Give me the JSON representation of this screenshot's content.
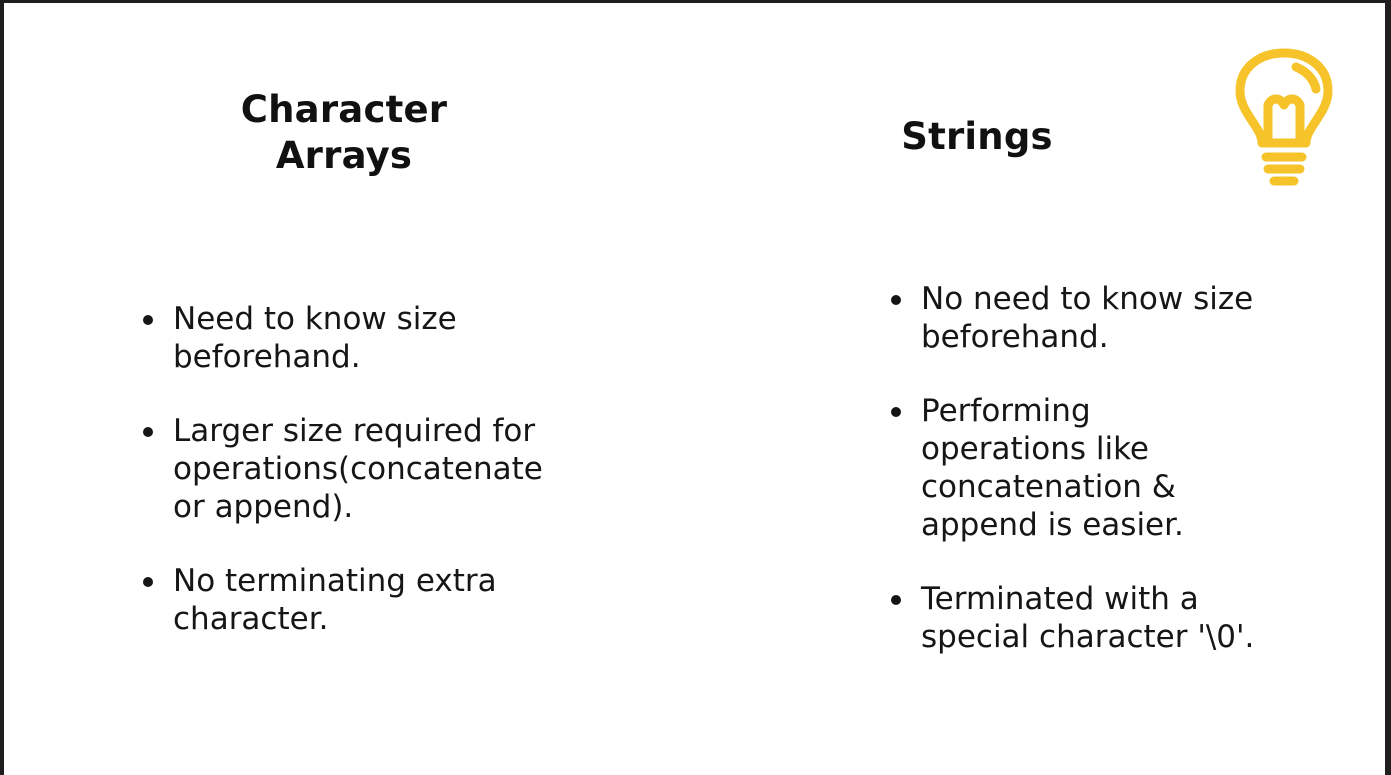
{
  "left_column": {
    "heading": "Character\nArrays",
    "items": [
      {
        "text": "Need to know size\nbeforehand."
      },
      {
        "text": "Larger size required for\noperations(concatenate\nor append)."
      },
      {
        "text": "No terminating extra\ncharacter."
      }
    ]
  },
  "right_column": {
    "heading": "Strings",
    "items": [
      {
        "text": "No need to know size\nbeforehand."
      },
      {
        "text": "Performing\noperations like\nconcatenation &\nappend is easier."
      },
      {
        "text": "Terminated with a\nspecial character '\\0'."
      }
    ]
  },
  "icon": {
    "name": "lightbulb-icon",
    "color": "#F6C42A"
  },
  "colors": {
    "background": "#ffffff",
    "text": "#111111"
  }
}
